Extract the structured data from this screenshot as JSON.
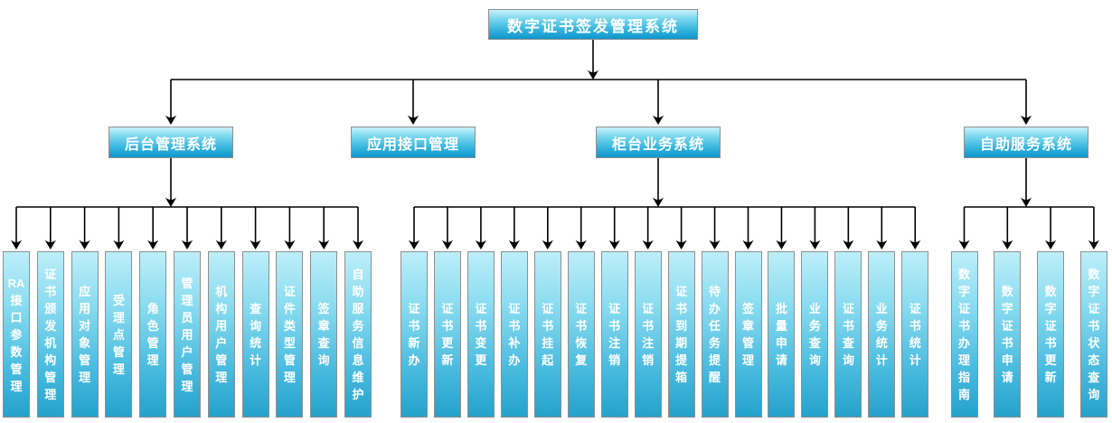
{
  "root": {
    "label": "数字证书签发管理系统"
  },
  "systems": [
    {
      "label": "后台管理系统",
      "children": [
        "RA接口参数管理",
        "证书颁发机构管理",
        "应用对象管理",
        "受理点管理",
        "角色管理",
        "管理员用户管理",
        "机构用户管理",
        "查询统计",
        "证件类型管理",
        "签章查询",
        "自助服务信息维护"
      ]
    },
    {
      "label": "应用接口管理",
      "children": []
    },
    {
      "label": "柜台业务系统",
      "children": [
        "证书新办",
        "证书更新",
        "证书变更",
        "证书补办",
        "证书挂起",
        "证书恢复",
        "证书注销",
        "证书注销",
        "证书到期提箱",
        "待办任务提醒",
        "签章管理",
        "批量申请",
        "业务查询",
        "证书查询",
        "业务统计",
        "证书统计"
      ]
    },
    {
      "label": "自助服务系统",
      "children": [
        "数字证书办理指南",
        "数字证书申请",
        "数字证书更新",
        "数字证书状态查询"
      ]
    }
  ],
  "colors": {
    "box_gradient_top": "#c9f1fa",
    "box_gradient_bottom": "#1095cc",
    "leaf_gradient_top": "#bdeef9",
    "leaf_gradient_bottom": "#25a2cb",
    "border": "#8f8f8f",
    "connector": "#000000",
    "text": "#ffffff",
    "background": "#ffffff"
  }
}
